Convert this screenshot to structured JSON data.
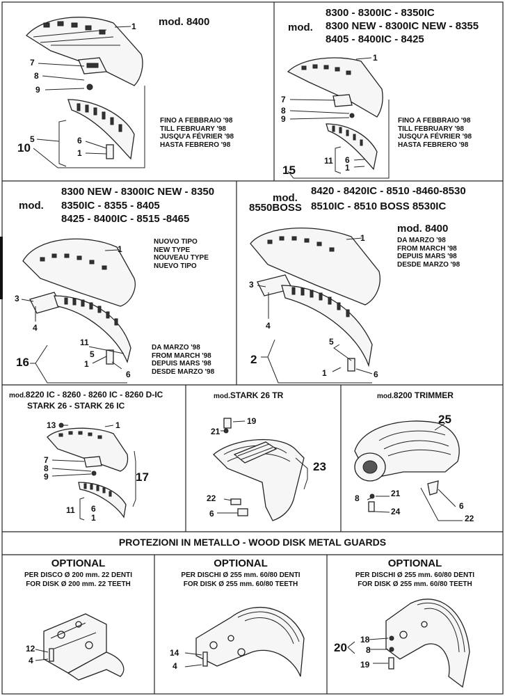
{
  "cell1": {
    "mod_label": "mod. 8400",
    "notes": [
      "FINO A FEBBRAIO '98",
      "TILL FEBRUARY '98",
      "JUSQU'A FÉVRIER '98",
      "HASTA FEBRERO '98"
    ],
    "callouts": [
      "1",
      "7",
      "8",
      "9",
      "5",
      "6",
      "1",
      "10"
    ]
  },
  "cell2": {
    "mod_prefix": "mod.",
    "mod_lines": [
      "8300 - 8300IC - 8350IC",
      "8300 NEW - 8300IC NEW - 8355",
      "8405 - 8400IC - 8425"
    ],
    "notes": [
      "FINO A FEBBRAIO '98",
      "TILL FEBRUARY '98",
      "JUSQU'A FÉVRIER '98",
      "HASTA FEBRERO '98"
    ],
    "callouts": [
      "1",
      "7",
      "8",
      "9",
      "11",
      "6",
      "1",
      "15"
    ]
  },
  "cell3": {
    "mod_prefix": "mod.",
    "mod_lines": [
      "8300 NEW - 8300IC NEW - 8350",
      "8350IC - 8355 - 8405",
      "8425 - 8400IC - 8515 -8465"
    ],
    "notes_top": [
      "NUOVO TIPO",
      "NEW TYPE",
      "NOUVEAU TYPE",
      "NUEVO TIPO"
    ],
    "notes_bottom": [
      "DA MARZO '98",
      "FROM MARCH '98",
      "DEPUIS MARS '98",
      "DESDE MARZO '98"
    ],
    "callouts": [
      "1",
      "3",
      "4",
      "11",
      "16",
      "1",
      "5",
      "6"
    ]
  },
  "cell4": {
    "mod_prefix": "mod.",
    "mod_line1": "8420 - 8420IC - 8510 -8460-8530",
    "mod_line2a": "8550BOSS",
    "mod_line2b": "8510IC - 8510 BOSS 8530IC",
    "mod_label": "mod. 8400",
    "notes": [
      "DA MARZO '98",
      "FROM MARCH '98",
      "DEPUIS MARS '98",
      "DESDE MARZO '98"
    ],
    "callouts": [
      "1",
      "3",
      "4",
      "5",
      "2",
      "1",
      "6"
    ]
  },
  "cell5": {
    "mod_prefix": "mod.",
    "mod_line1": "8220 IC - 8260 - 8260 IC - 8260 D-IC",
    "mod_line2": "STARK 26 - STARK 26 IC",
    "callouts": [
      "13",
      "1",
      "7",
      "8",
      "9",
      "17",
      "11",
      "6",
      "1"
    ]
  },
  "cell6": {
    "mod_prefix": "mod.",
    "mod_name": "STARK 26 TR",
    "callouts": [
      "19",
      "21",
      "23",
      "22",
      "6"
    ]
  },
  "cell7": {
    "mod_prefix": "mod.",
    "mod_name": "8200 TRIMMER",
    "callouts": [
      "25",
      "21",
      "8",
      "24",
      "6",
      "22"
    ]
  },
  "section_title": "PROTEZIONI IN METALLO - WOOD DISK METAL GUARDS",
  "optional": [
    {
      "title": "OPTIONAL",
      "line1": "PER DISCO Ø 200 mm. 22 DENTI",
      "line2": "FOR DISK Ø 200 mm. 22 TEETH",
      "callouts": [
        "12",
        "4"
      ]
    },
    {
      "title": "OPTIONAL",
      "line1": "PER DISCHI Ø 255 mm. 60/80 DENTI",
      "line2": "FOR DISK Ø 255 mm. 60/80 TEETH",
      "callouts": [
        "14",
        "4"
      ]
    },
    {
      "title": "OPTIONAL",
      "line1": "PER DISCHI Ø 255 mm. 60/80 DENTI",
      "line2": "FOR DISK Ø 255 mm. 60/80 TEETH",
      "callouts": [
        "20",
        "18",
        "8",
        "19"
      ]
    }
  ]
}
